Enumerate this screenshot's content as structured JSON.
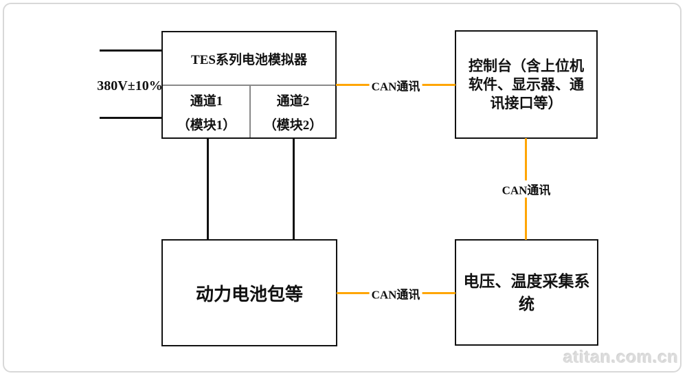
{
  "diagram": {
    "power_input": {
      "label": "380V±10%"
    },
    "simulator": {
      "title": "TES系列电池模拟器",
      "channels": [
        {
          "name": "通道1",
          "module": "（模块1）"
        },
        {
          "name": "通道2",
          "module": "（模块2）"
        }
      ]
    },
    "console": {
      "lines": [
        "控制台（含上位机",
        "软件、显示器、通",
        "讯接口等）"
      ]
    },
    "battery_pack": {
      "label": "动力电池包等"
    },
    "acquisition": {
      "lines": [
        "电压、温度采集系",
        "统"
      ]
    },
    "links": {
      "sim_to_console": "CAN通讯",
      "console_to_acquisition": "CAN通讯",
      "battery_to_acquisition": "CAN通讯"
    },
    "colors": {
      "connector": "#FFA500",
      "box_border": "#111111",
      "divider": "#888888",
      "frame_border": "#d8d8d8",
      "watermark": "#dcdcdc"
    },
    "watermark": "atitan.com.cn"
  }
}
